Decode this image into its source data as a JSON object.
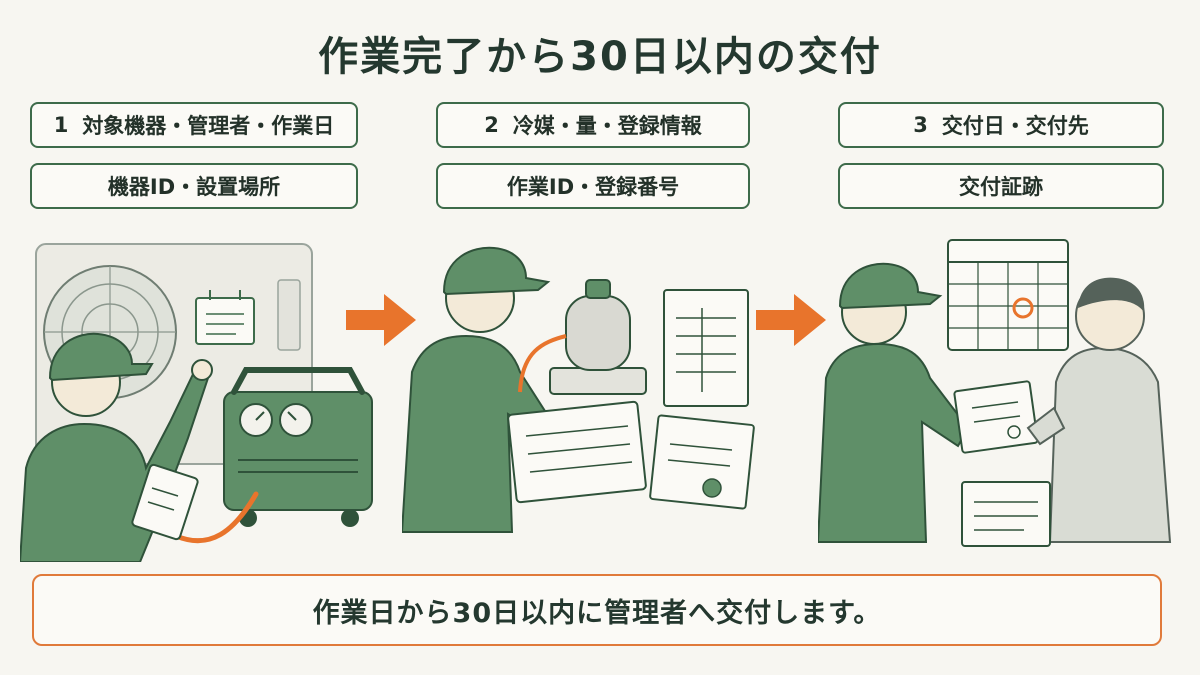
{
  "title": "作業完了から30日以内の交付",
  "steps": [
    {
      "number": "1",
      "label": "対象機器・管理者・作業日",
      "detail": "機器ID・設置場所"
    },
    {
      "number": "2",
      "label": "冷媒・量・登録情報",
      "detail": "作業ID・登録番号"
    },
    {
      "number": "3",
      "label": "交付日・交付先",
      "detail": "交付証跡"
    }
  ],
  "banner": "作業日から30日以内に管理者へ交付します。",
  "colors": {
    "green": "#3d6b4a",
    "green_fill": "#5f8f68",
    "orange": "#e8742c",
    "background": "#f7f6f1"
  },
  "icons": [
    "technician-icon",
    "condenser-unit-icon",
    "recovery-machine-icon",
    "refrigerant-cylinder-icon",
    "clipboard-icon",
    "certificate-icon",
    "calendar-icon",
    "handover-icon",
    "arrow-right-icon"
  ]
}
